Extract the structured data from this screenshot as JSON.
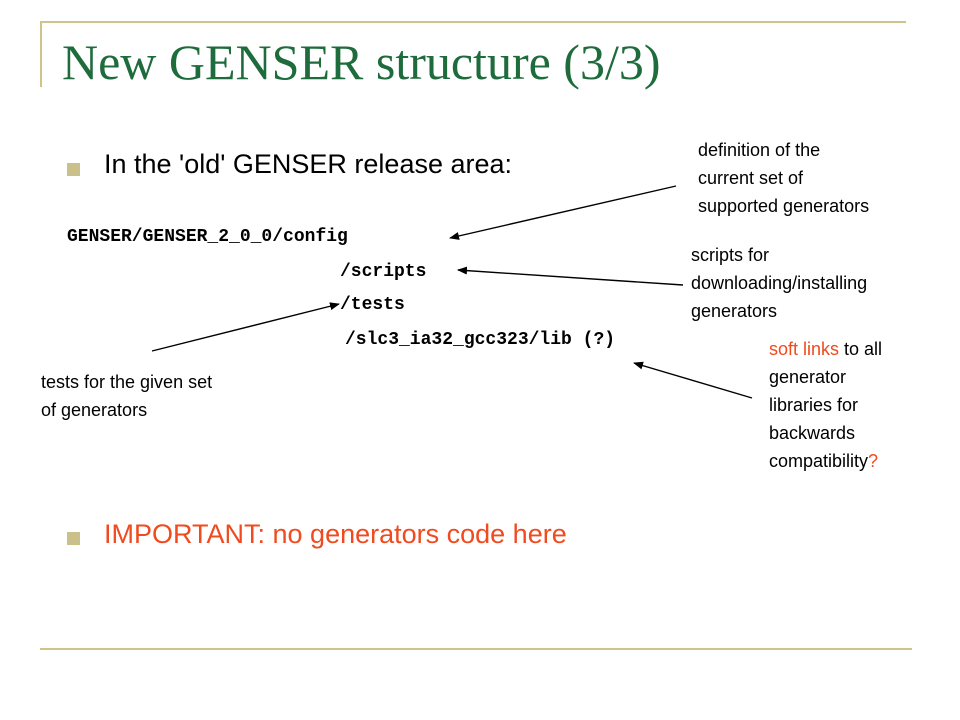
{
  "slide": {
    "title": "New GENSER structure (3/3)",
    "bullets": [
      {
        "text": "In the 'old' GENSER release area:"
      },
      {
        "text": "IMPORTANT: no generators code here"
      }
    ],
    "code_lines": [
      "GENSER/GENSER_2_0_0/config",
      "/scripts",
      "/tests",
      "/slc3_ia32_gcc323/lib (?)"
    ],
    "notes": {
      "config": [
        "definition of the",
        "current set of",
        "supported generators"
      ],
      "scripts": [
        "scripts for",
        "downloading/installing",
        "generators"
      ],
      "tests": [
        "tests for the given set",
        "of generators"
      ],
      "lib": {
        "soft_links": "soft links",
        "line1_rest": " to all",
        "lines": [
          "generator",
          "libraries for",
          "backwards"
        ],
        "last_line": "compatibility",
        "qmark": "?"
      }
    }
  },
  "colors": {
    "title": "#1e6b3c",
    "accent_red": "#f04a1e",
    "bullet": "#c9c08a",
    "deco_line": "#cfc48a"
  }
}
